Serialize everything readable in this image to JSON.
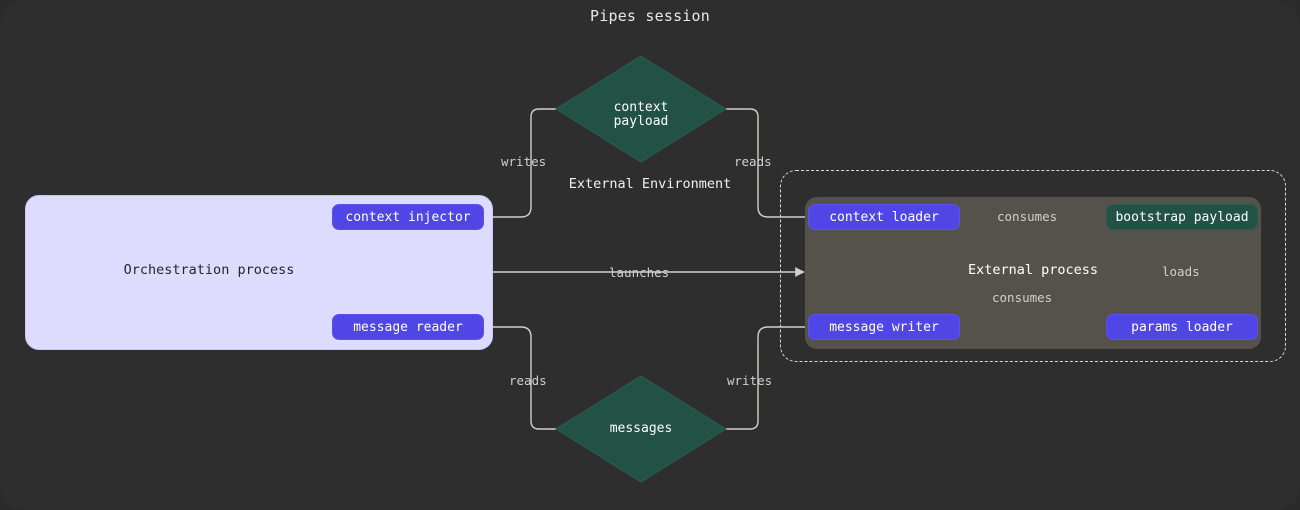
{
  "diagram": {
    "title": "Pipes session",
    "type": "flowchart",
    "colors": {
      "page_background": "#2e2e2e",
      "orchestration_cluster": "#dedcfe",
      "external_process": "#55524b",
      "node_purple": "#4f46e5",
      "node_teal": "#225146",
      "edge": "#d0cfc9",
      "text_light": "#ffffff",
      "text_dark": "#262626"
    },
    "clusters": [
      {
        "id": "orchestration",
        "label": "Orchestration process",
        "style": "solid-filled-lavender"
      },
      {
        "id": "external-environment",
        "label": "External Environment",
        "style": "dashed-border"
      },
      {
        "id": "external-process",
        "label": "External process",
        "style": "solid-filled-gray"
      }
    ],
    "nodes": [
      {
        "id": "context-injector",
        "label": "context injector",
        "shape": "rounded-rect",
        "color": "purple",
        "cluster": "orchestration"
      },
      {
        "id": "message-reader",
        "label": "message reader",
        "shape": "rounded-rect",
        "color": "purple",
        "cluster": "orchestration"
      },
      {
        "id": "context-payload",
        "label": "context\npayload",
        "shape": "diamond",
        "color": "teal",
        "cluster": null
      },
      {
        "id": "messages",
        "label": "messages",
        "shape": "diamond",
        "color": "teal",
        "cluster": null
      },
      {
        "id": "context-loader",
        "label": "context loader",
        "shape": "rounded-rect",
        "color": "purple",
        "cluster": "external-process"
      },
      {
        "id": "message-writer",
        "label": "message writer",
        "shape": "rounded-rect",
        "color": "purple",
        "cluster": "external-process"
      },
      {
        "id": "params-loader",
        "label": "params loader",
        "shape": "rounded-rect",
        "color": "purple",
        "cluster": "external-process"
      },
      {
        "id": "bootstrap-payload",
        "label": "bootstrap payload",
        "shape": "rounded-rect",
        "color": "teal",
        "cluster": "external-process"
      }
    ],
    "edges": [
      {
        "from": "context-injector",
        "to": "context-payload",
        "label": "writes"
      },
      {
        "from": "context-loader",
        "to": "context-payload",
        "label": "reads"
      },
      {
        "from": "orchestration",
        "to": "external-process",
        "label": "launches"
      },
      {
        "from": "message-reader",
        "to": "messages",
        "label": "reads"
      },
      {
        "from": "message-writer",
        "to": "messages",
        "label": "writes"
      },
      {
        "from": "context-loader",
        "to": "bootstrap-payload",
        "label": "consumes"
      },
      {
        "from": "message-writer",
        "to": "bootstrap-payload",
        "label": "consumes"
      },
      {
        "from": "params-loader",
        "to": "bootstrap-payload",
        "label": "loads"
      }
    ]
  }
}
